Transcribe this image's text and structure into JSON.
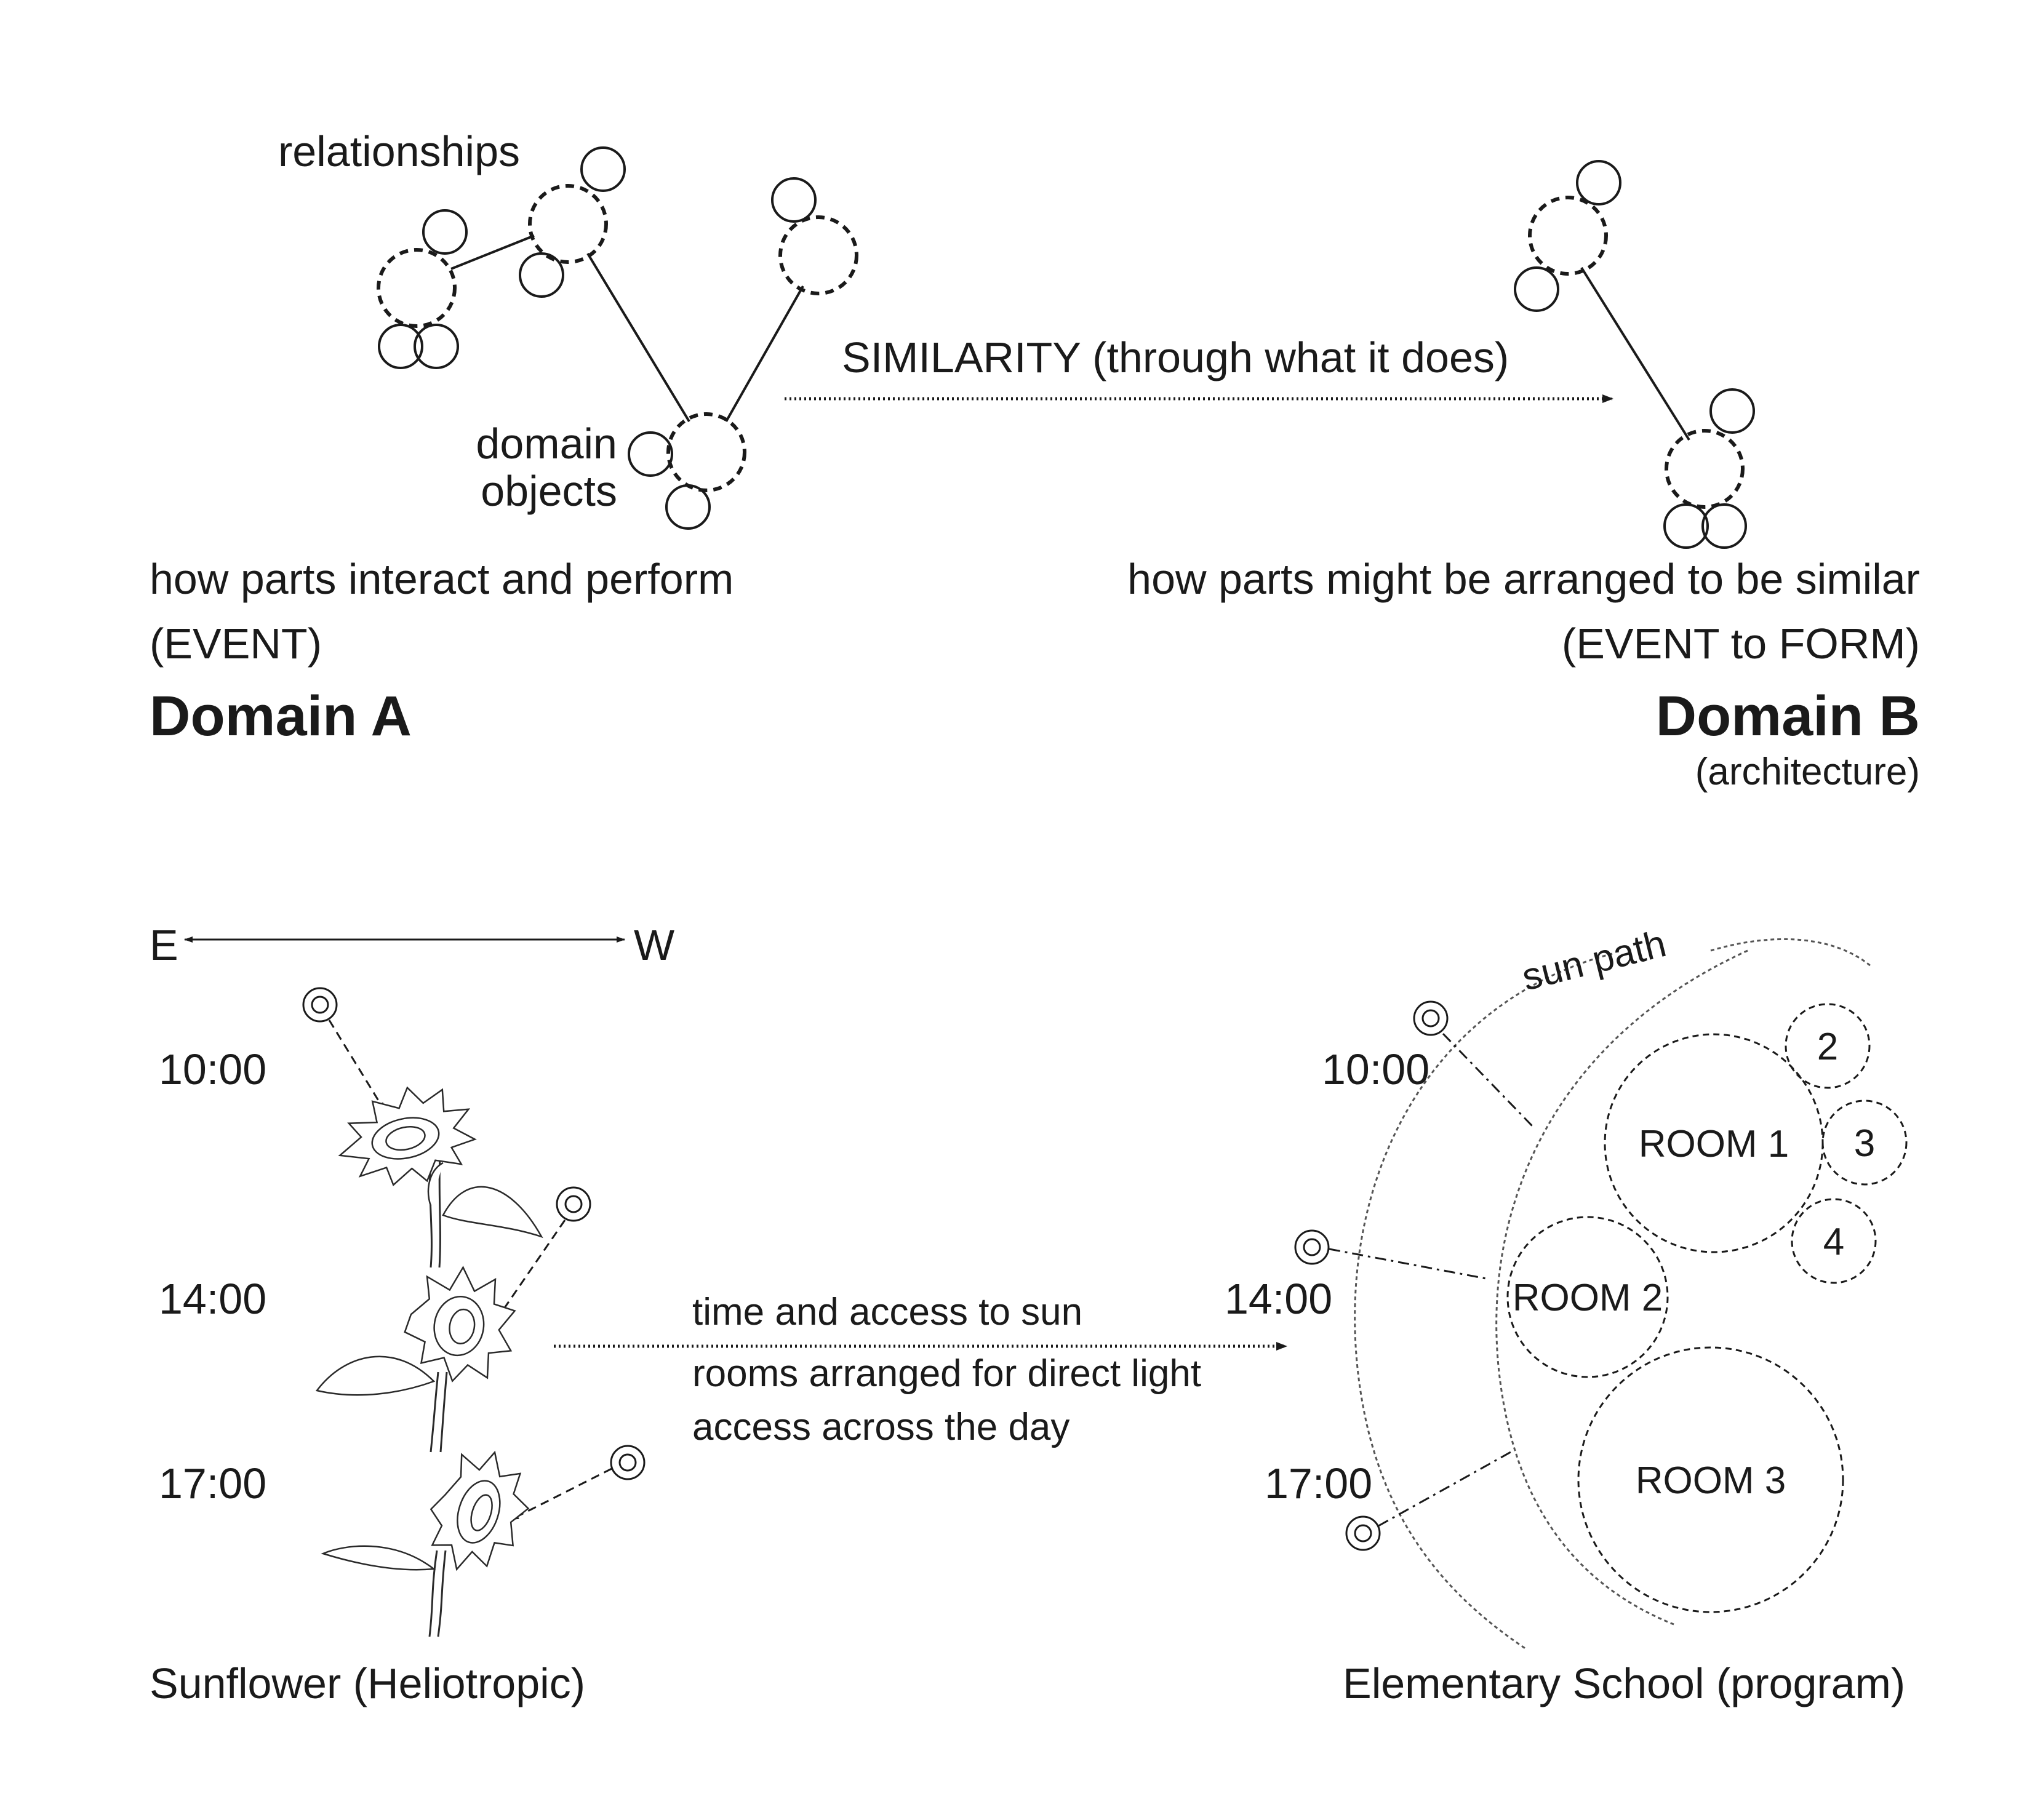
{
  "top": {
    "relationships_label": "relationships",
    "domain_objects_line1": "domain",
    "domain_objects_line2": "objects",
    "similarity_label": "SIMILARITY (through what it does)",
    "left_desc_line1": "how parts interact and perform",
    "left_desc_line2": "(EVENT)",
    "domain_a": "Domain A",
    "right_desc_line1": "how parts might be arranged to be similar",
    "right_desc_line2": "(EVENT to FORM)",
    "domain_b": "Domain B",
    "domain_b_sub": "(architecture)"
  },
  "bottom": {
    "east": "E",
    "west": "W",
    "times_left": [
      "10:00",
      "14:00",
      "17:00"
    ],
    "times_right": [
      "10:00",
      "14:00",
      "17:00"
    ],
    "mapping_line1": "time and access to sun",
    "mapping_line2": "rooms arranged for direct light",
    "mapping_line3": "access across the day",
    "sun_path": "sun path",
    "rooms": {
      "room1": "ROOM 1",
      "room2": "ROOM 2",
      "room3": "ROOM 3",
      "small2": "2",
      "small3": "3",
      "small4": "4"
    },
    "sunflower_caption": "Sunflower (Heliotropic)",
    "school_caption": "Elementary School (program)"
  }
}
